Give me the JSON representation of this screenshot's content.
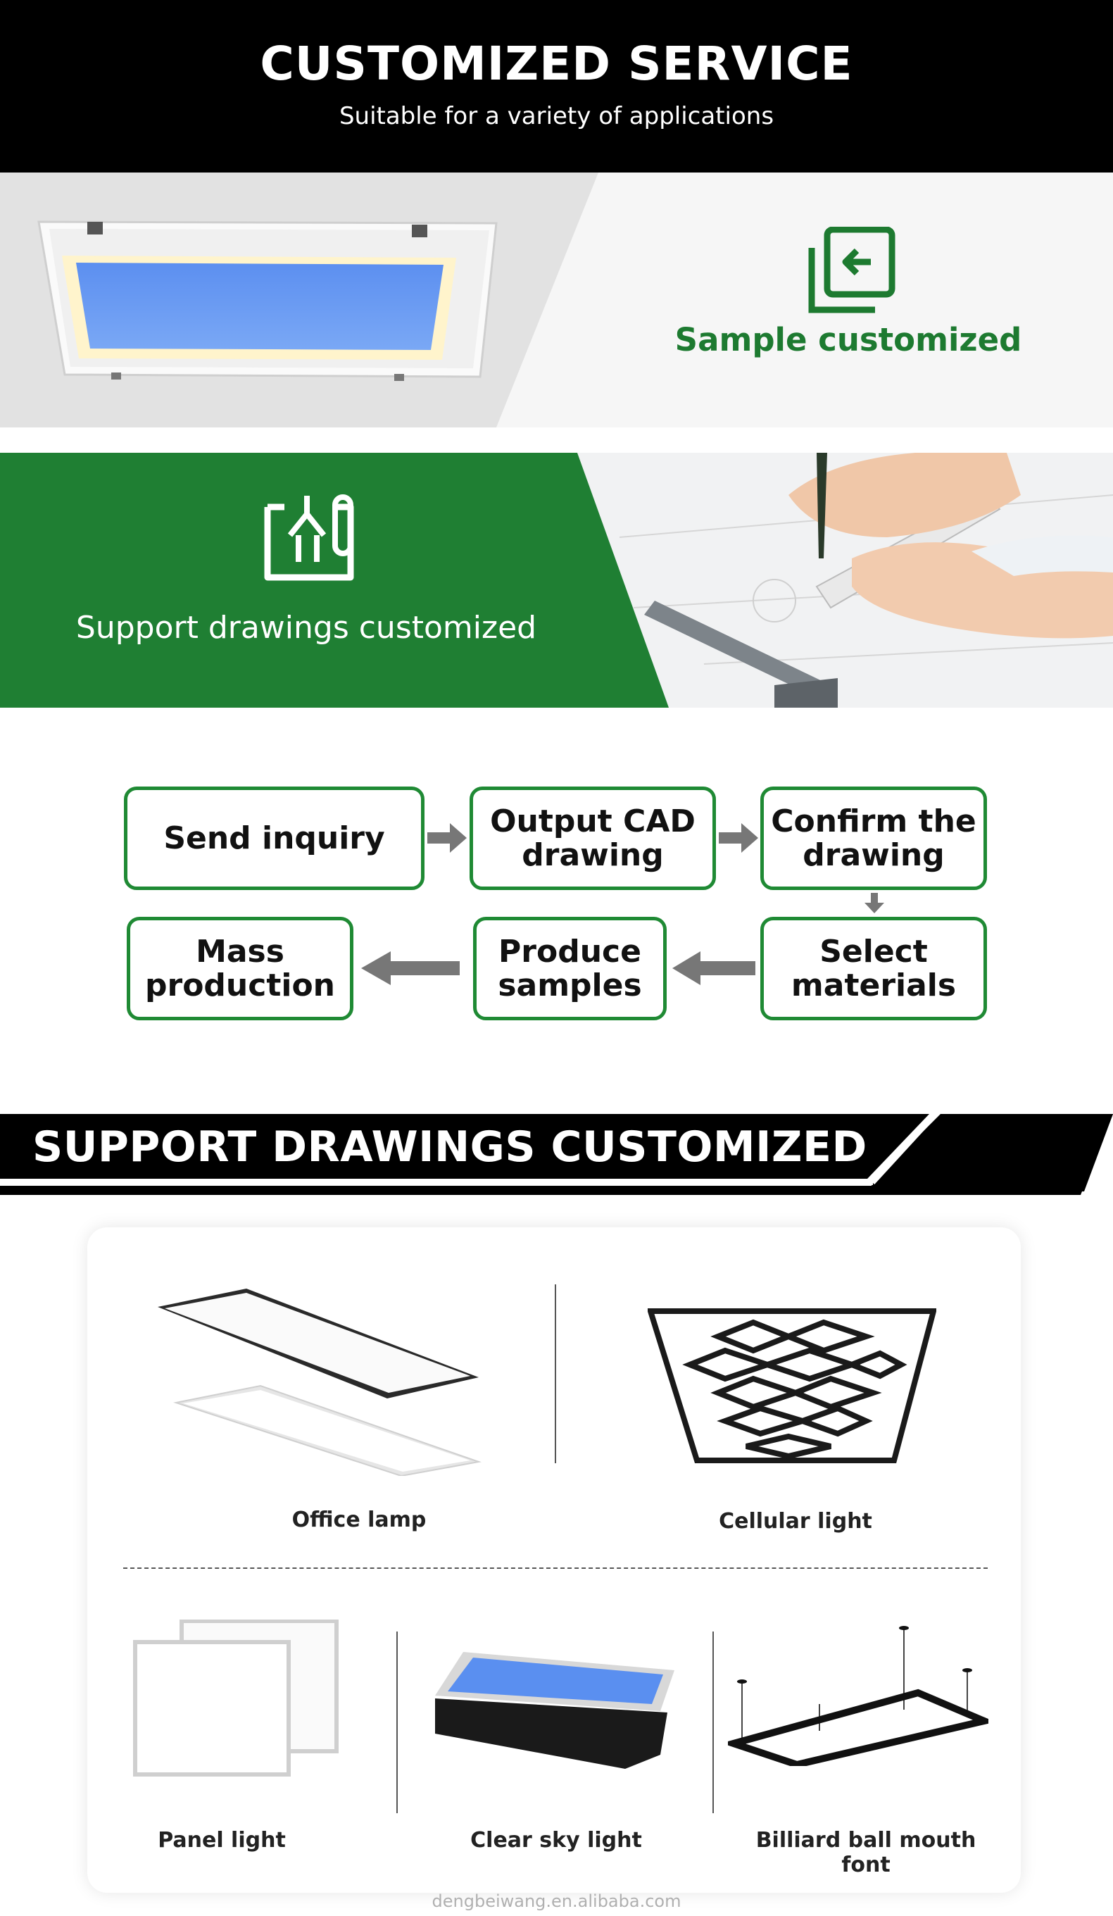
{
  "header": {
    "title": "CUSTOMIZED SERVICE",
    "subtitle": "Suitable for a variety of applications"
  },
  "sample_section": {
    "label": "Sample customized",
    "icon": "document-arrow-icon",
    "accent": "#1d7a30"
  },
  "drawings_section": {
    "label": "Support drawings customized",
    "icon": "blueprint-icon",
    "bg": "#1f7f33"
  },
  "process": {
    "steps": [
      "Send inquiry",
      "Output CAD\ndrawing",
      "Confirm the\ndrawing",
      "Select\nmaterials",
      "Produce\nsamples",
      "Mass\nproduction"
    ]
  },
  "banner": {
    "title": "SUPPORT DRAWINGS CUSTOMIZED"
  },
  "products": [
    {
      "name": "Office lamp",
      "icon": "office-lamp-icon"
    },
    {
      "name": "Cellular light",
      "icon": "cellular-light-icon"
    },
    {
      "name": "Panel light",
      "icon": "panel-light-icon"
    },
    {
      "name": "Clear sky light",
      "icon": "clear-sky-light-icon"
    },
    {
      "name": "Billiard ball mouth font",
      "icon": "billiard-light-icon"
    }
  ],
  "watermark": "dengbeiwang.en.alibaba.com"
}
